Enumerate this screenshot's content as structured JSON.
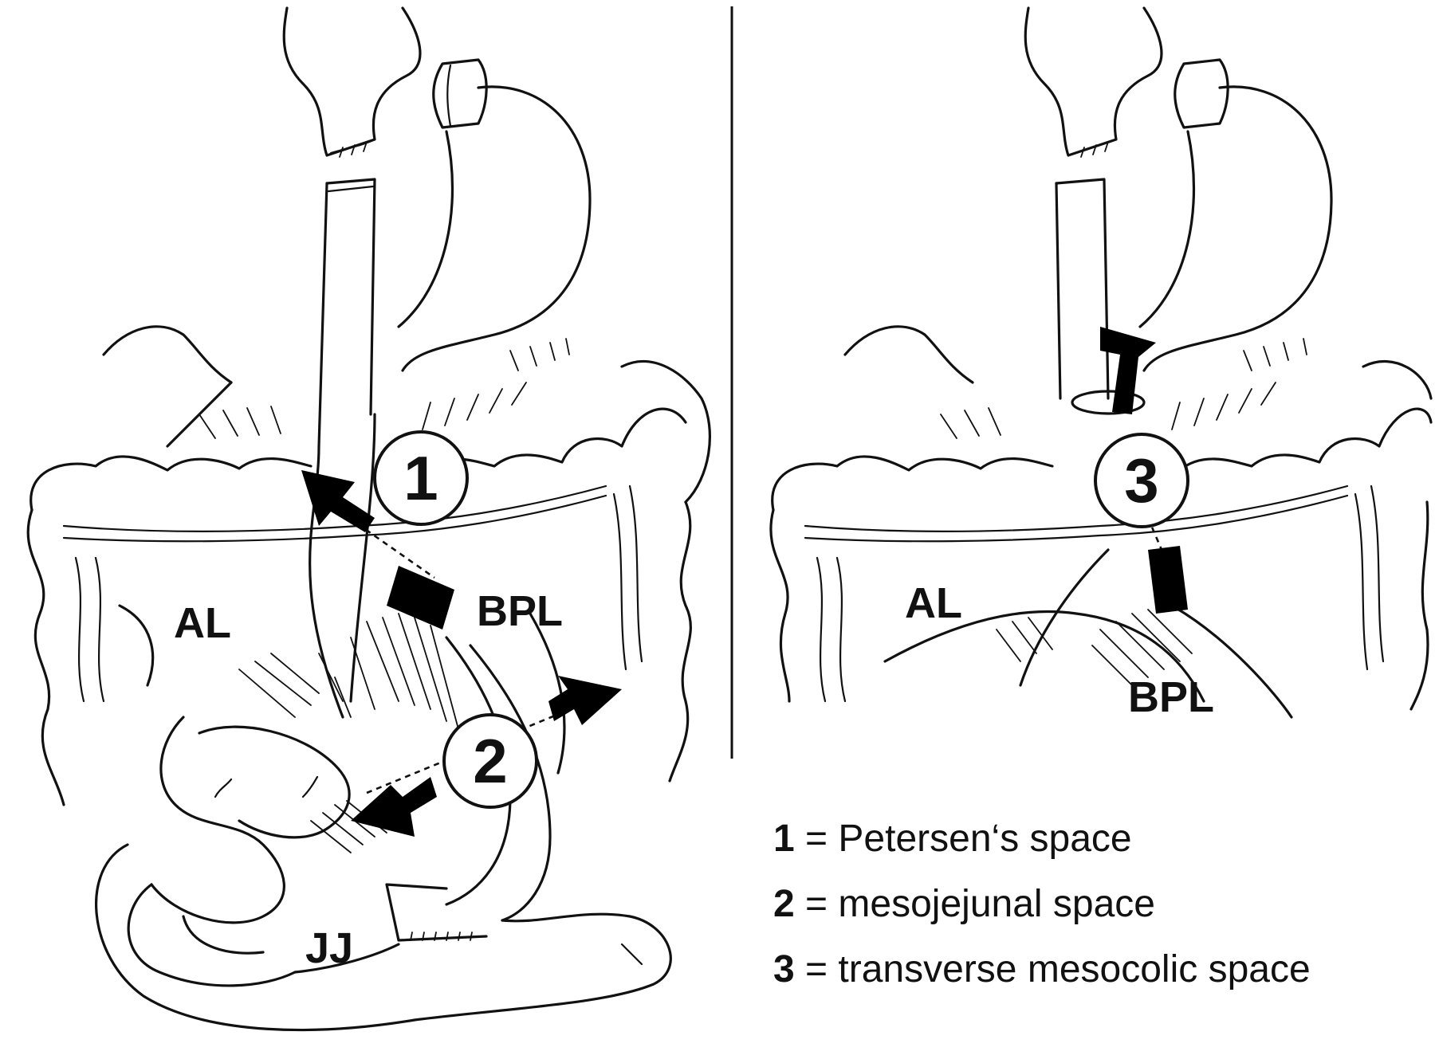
{
  "left_panel": {
    "markers": [
      {
        "number": "1"
      },
      {
        "number": "2"
      }
    ],
    "labels": {
      "al": "AL",
      "bpl": "BPL",
      "jj": "JJ"
    }
  },
  "right_panel": {
    "markers": [
      {
        "number": "3"
      }
    ],
    "labels": {
      "al": "AL",
      "bpl": "BPL"
    }
  },
  "legend": [
    {
      "key": "1",
      "text": "= Petersen‘s space"
    },
    {
      "key": "2",
      "text": "= mesojejunal space"
    },
    {
      "key": "3",
      "text": "= transverse mesocolic space"
    }
  ]
}
